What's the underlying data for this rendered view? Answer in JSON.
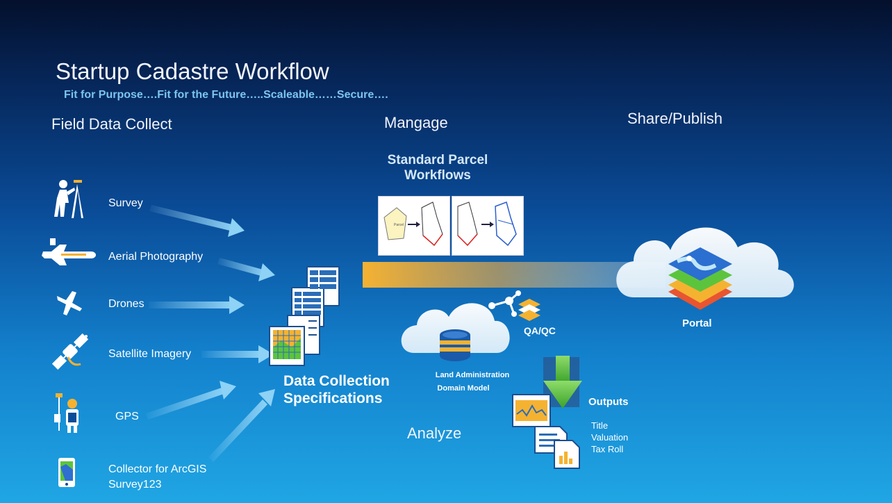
{
  "slide": {
    "title": "Startup Cadastre Workflow",
    "subtitle": "Fit for Purpose….Fit for the Future…..Scaleable……Secure….",
    "columns": {
      "field": "Field Data Collect",
      "manage": "Mangage",
      "share": "Share/Publish",
      "analyze": "Analyze"
    },
    "sources": [
      {
        "label": "Survey",
        "icon": "surveyor-icon"
      },
      {
        "label": "Aerial Photography",
        "icon": "aircraft-icon"
      },
      {
        "label": "Drones",
        "icon": "drone-icon"
      },
      {
        "label": "Satellite Imagery",
        "icon": "satellite-icon"
      },
      {
        "label": "GPS",
        "icon": "gps-surveyor-icon"
      },
      {
        "label": "Collector for ArcGIS",
        "label2": "Survey123",
        "icon": "mobile-app-icon"
      }
    ],
    "specs": {
      "line1": "Data Collection",
      "line2": "Specifications"
    },
    "standard": {
      "line1": "Standard Parcel",
      "line2": "Workflows"
    },
    "model": {
      "line1": "Land Administration",
      "line2": "Domain Model"
    },
    "qaqc": "QA/QC",
    "portal": "Portal",
    "outputs": {
      "title": "Outputs",
      "items": [
        "Title",
        "Valuation",
        "Tax Roll"
      ]
    },
    "colors": {
      "accent_blue": "#7cc4f0",
      "flow_orange": "#f5b231",
      "output_green": "#5cc43c"
    }
  }
}
